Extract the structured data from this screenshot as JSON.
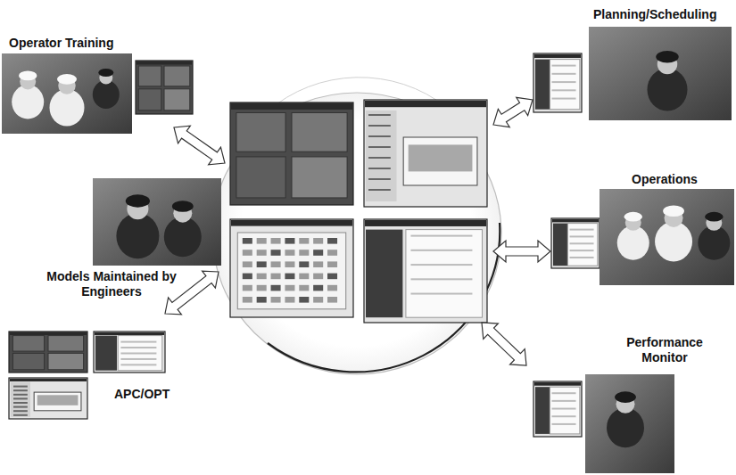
{
  "diagram": {
    "labels": [
      "Operator Training",
      "Planning/Scheduling",
      "Models Maintained by Engineers",
      "Operations",
      "Performance Monitor",
      "APC/OPT"
    ]
  }
}
